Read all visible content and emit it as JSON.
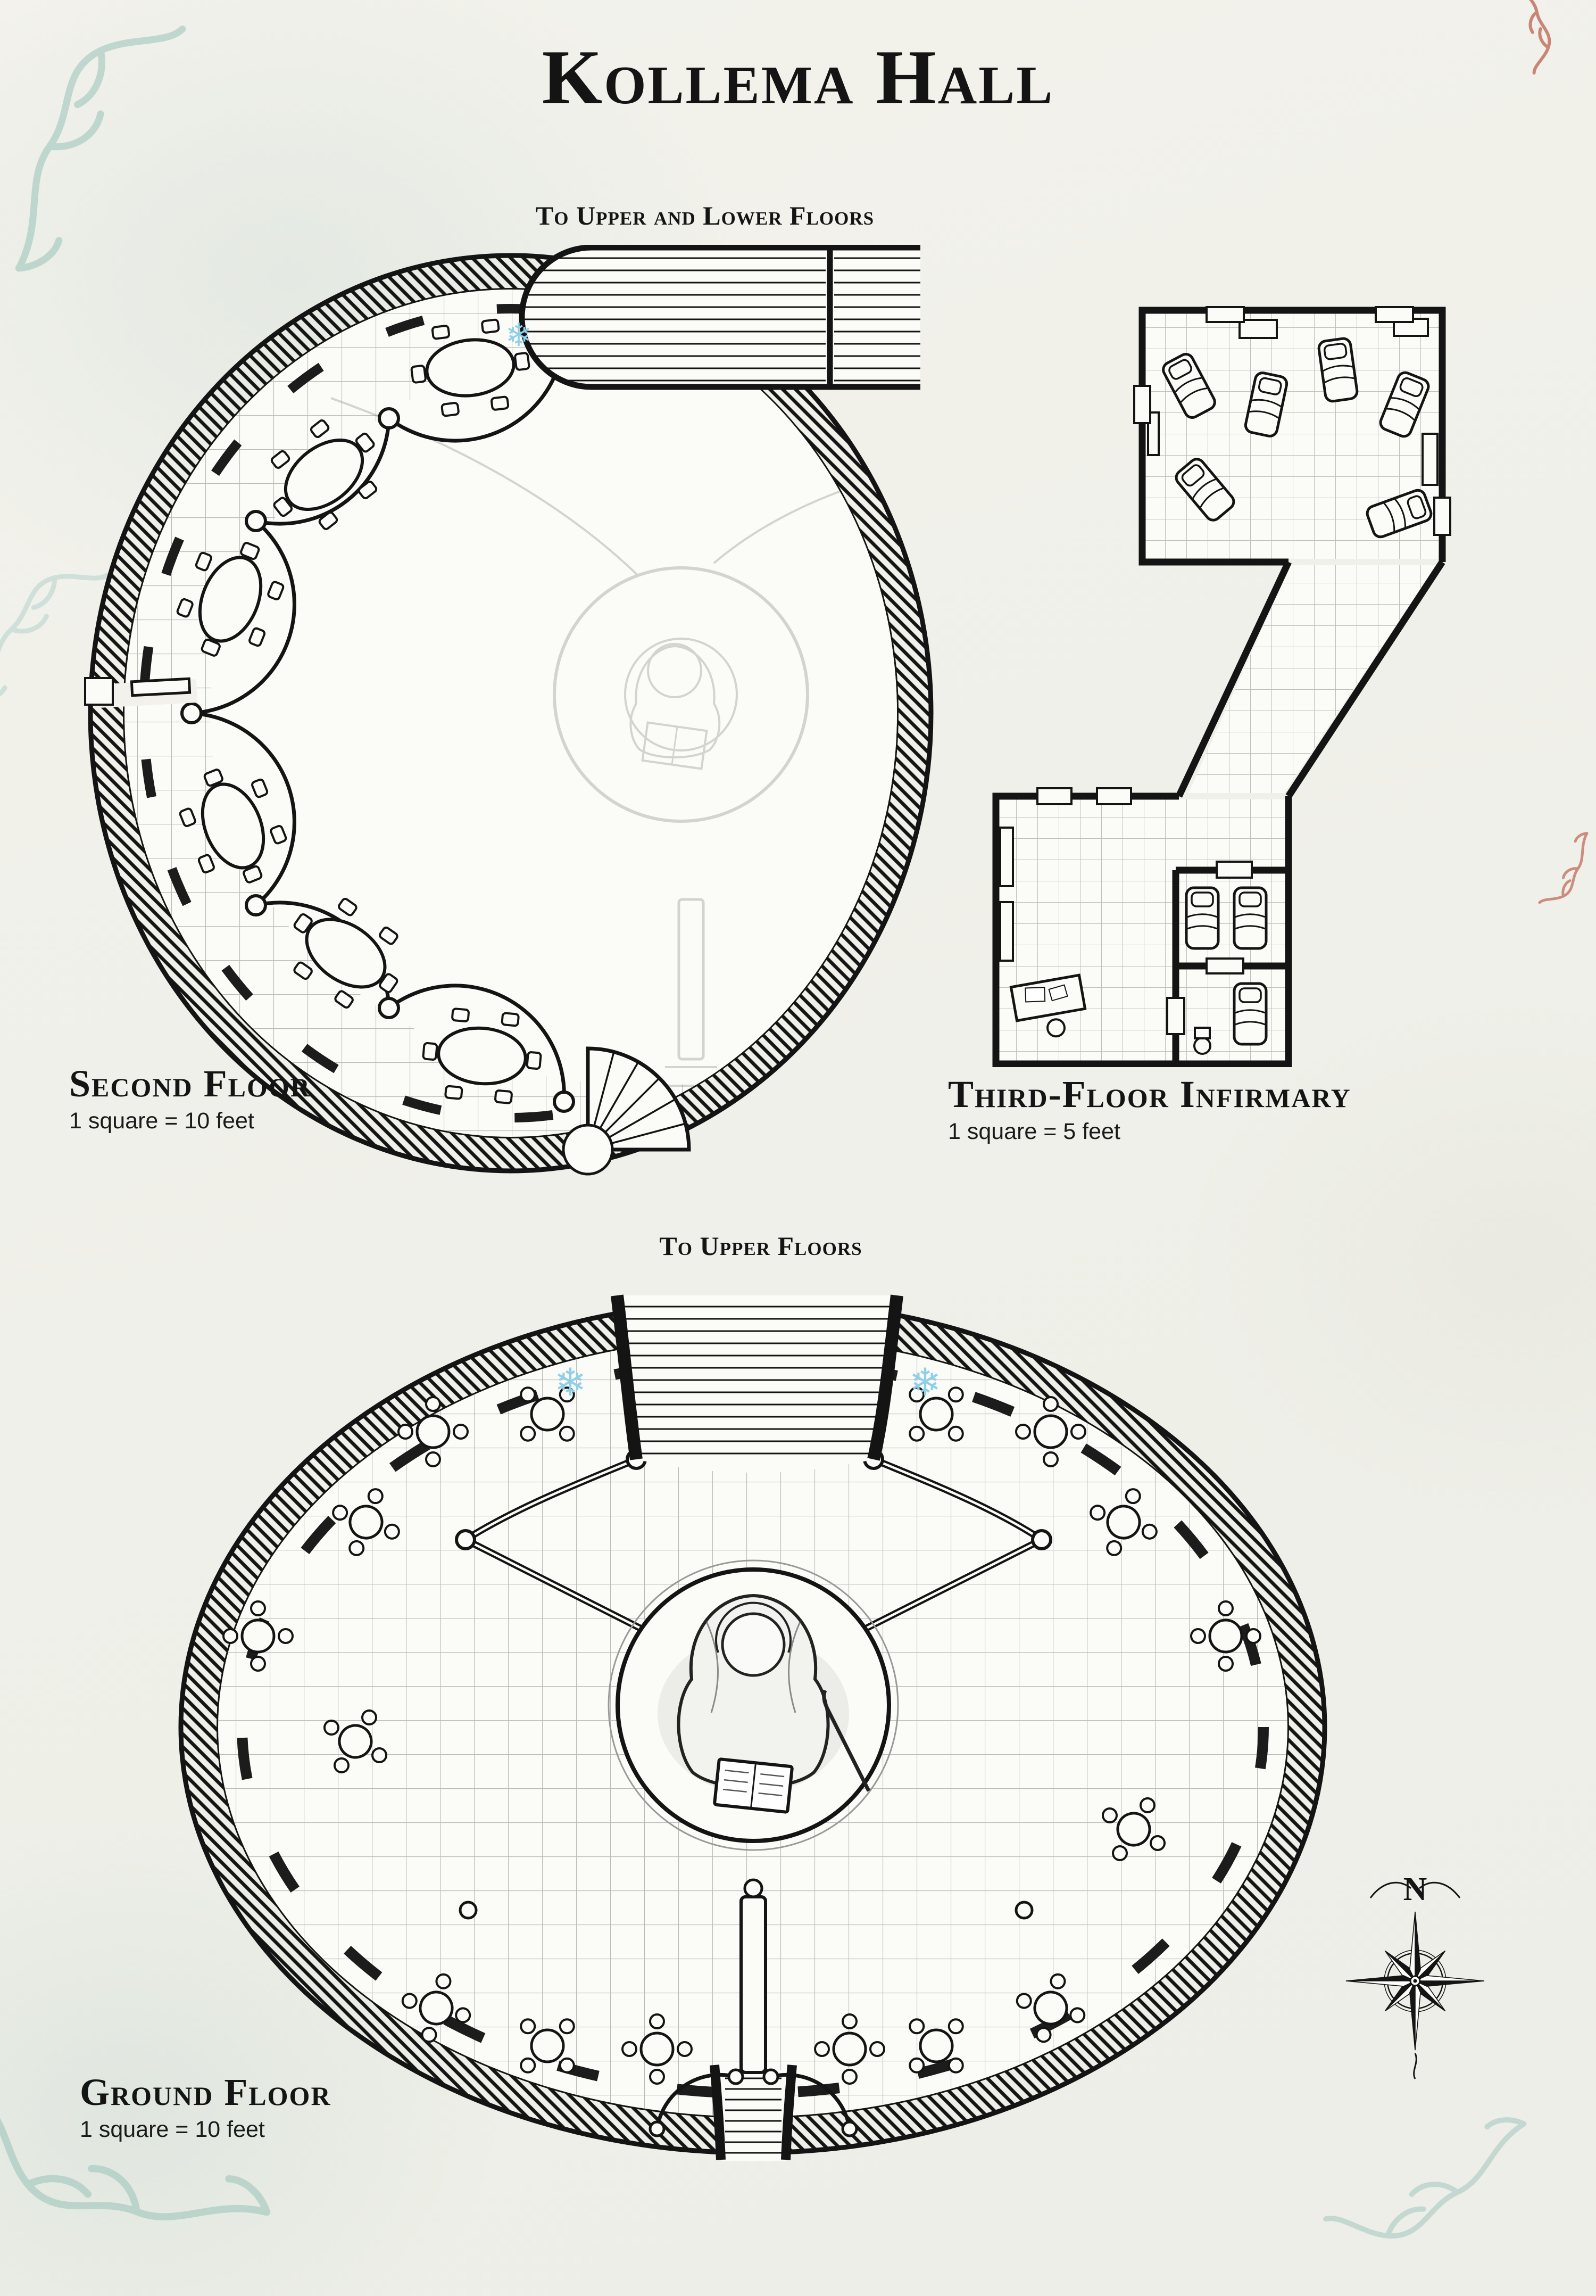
{
  "title": "Kollema Hall",
  "maps": {
    "second_floor": {
      "name": "Second Floor",
      "scale": "1 square = 10 feet",
      "stair_label": "To Upper and Lower Floors"
    },
    "third_floor_infirmary": {
      "name": "Third-Floor Infirmary",
      "scale": "1 square = 5 feet"
    },
    "ground_floor": {
      "name": "Ground Floor",
      "scale": "1 square = 10 feet",
      "stair_label": "To Upper Floors"
    }
  },
  "compass": {
    "north_label": "N"
  },
  "icons": {
    "snowflake": "❄"
  },
  "colors": {
    "ink": "#141414",
    "parchment": "#f1f0ea",
    "floor": "#fbfbf8",
    "grid": "#b7bcb4",
    "flourish_teal": "#9ec7bd",
    "flourish_red": "#b44b38",
    "snowflake_blue": "#8fd0e8",
    "ghost_gray": "#777777"
  }
}
